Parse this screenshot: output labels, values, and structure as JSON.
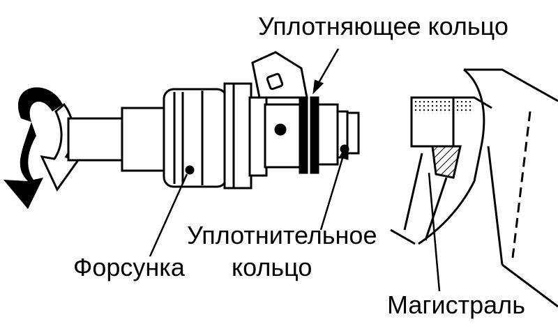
{
  "labels": {
    "sealing_ring": "Уплотняющее кольцо",
    "o_ring_line1": "Уплотнительное",
    "o_ring_line2": "кольцо",
    "injector": "Форсунка",
    "fuel_rail": "Магистраль"
  },
  "colors": {
    "ink": "#000000",
    "paper": "#ffffff"
  },
  "icons": {
    "rotation_arrow": "curved-rotation-arrow-icon"
  }
}
